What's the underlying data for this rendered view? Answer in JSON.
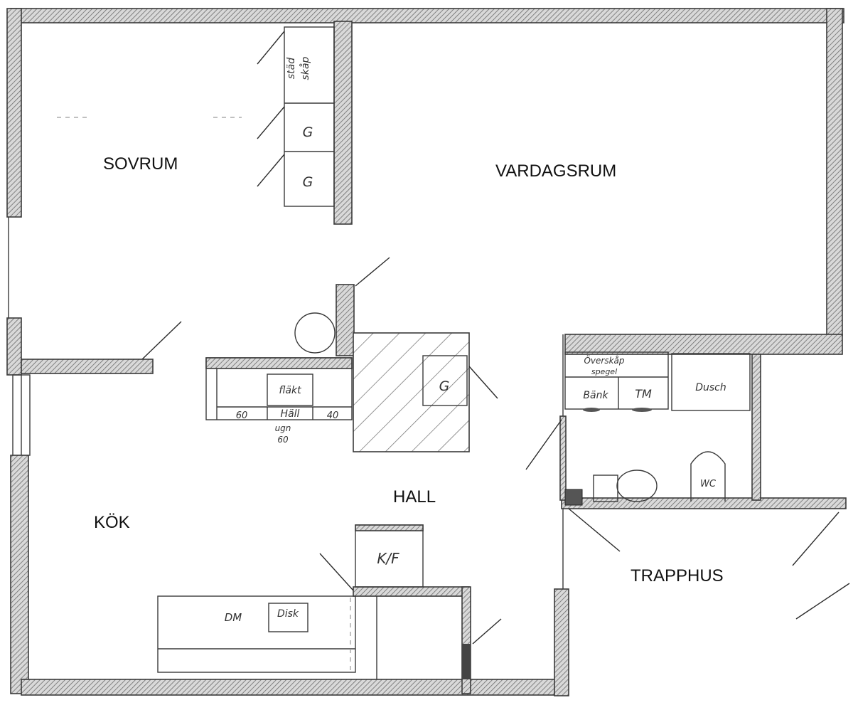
{
  "rooms": {
    "sovrum": "SOVRUM",
    "vardagsrum": "VARDAGSRUM",
    "kok": "KÖK",
    "hall": "HALL",
    "trapphus": "TRAPPHUS"
  },
  "fixtures": {
    "stadskap_line1": "städ",
    "stadskap_line2": "skåp",
    "garderob_1": "G",
    "garderob_2": "G",
    "hall_garderob": "G",
    "flakt": "fläkt",
    "counter_left_width": "60",
    "hall_label": "Häll",
    "counter_right_width": "40",
    "ugn": "ugn",
    "ugn_width": "60",
    "overskap": "Överskåp",
    "spegel": "spegel",
    "bank": "Bänk",
    "tm": "TM",
    "dusch": "Dusch",
    "wc": "WC",
    "kf": "K/F",
    "dm": "DM",
    "disk": "Disk"
  },
  "colors": {
    "paper": "#ffffff",
    "line": "#3a3a3a",
    "hatch": "#6b6b6b"
  }
}
